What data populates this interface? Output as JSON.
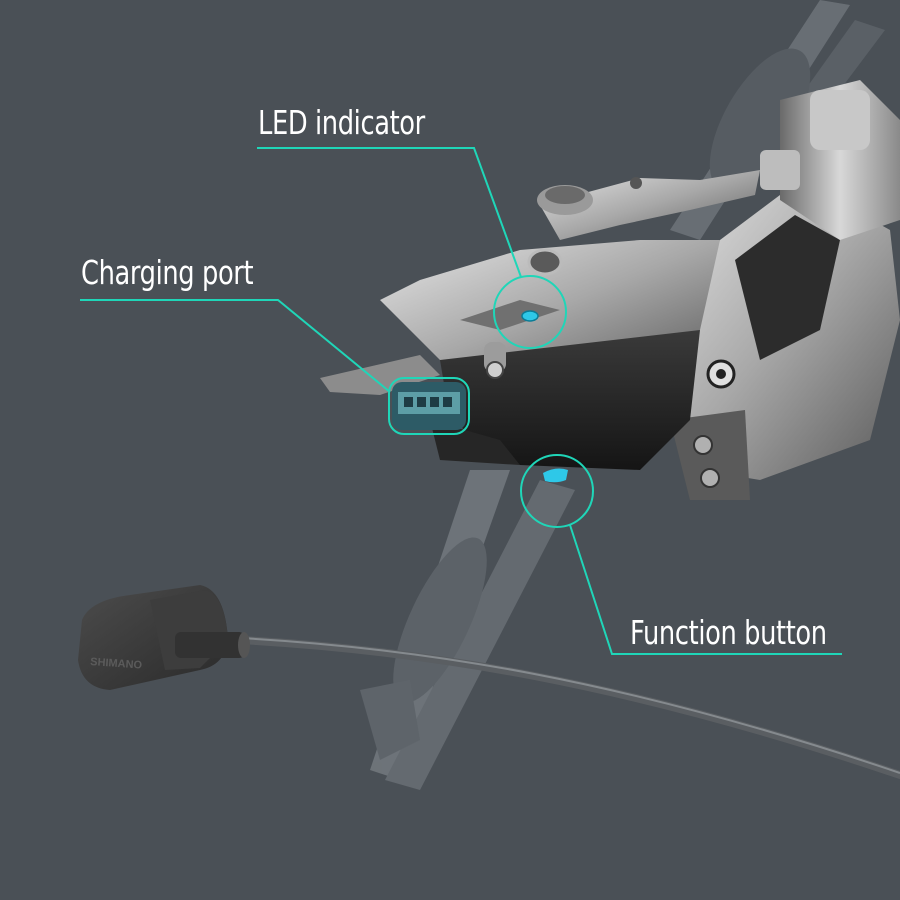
{
  "figure": {
    "subject": "Electronic rear derailleur with callouts",
    "background_color": "#4a5056",
    "accent_color": "#1fd6b8",
    "highlight_color": "#2ec8e8",
    "brand_mark_on_plug": "SHIMANO"
  },
  "callouts": [
    {
      "id": "led",
      "label": "LED indicator"
    },
    {
      "id": "port",
      "label": "Charging port"
    },
    {
      "id": "func",
      "label": "Function button"
    }
  ]
}
